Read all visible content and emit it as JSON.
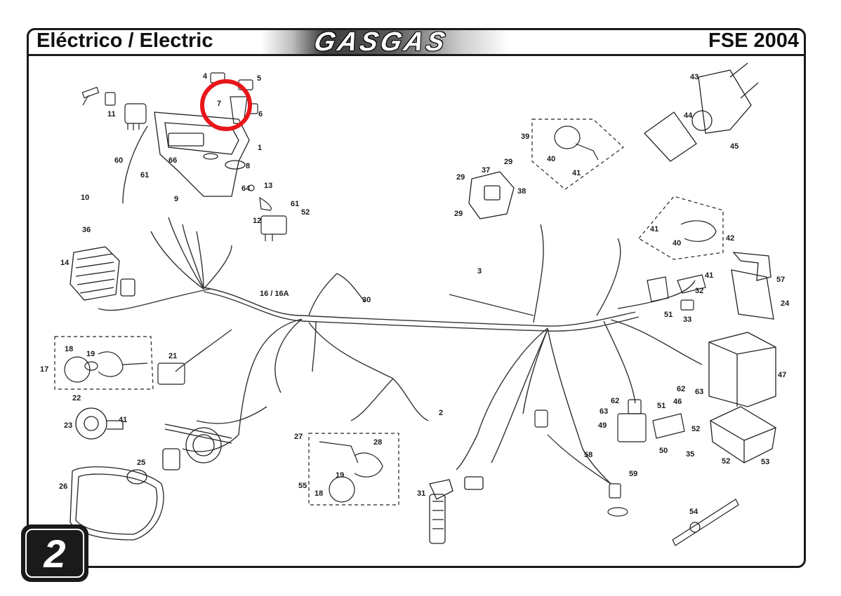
{
  "header": {
    "title": "Eléctrico / Electric",
    "brand": "GASGAS",
    "model": "FSE 2004"
  },
  "page_number": "2",
  "highlight": {
    "part_ref": "7",
    "color": "#e8161a"
  },
  "parts": {
    "p1": "1",
    "p2": "2",
    "p3": "3",
    "p4": "4",
    "p5": "5",
    "p6": "6",
    "p7": "7",
    "p8": "8",
    "p9": "9",
    "p10": "10",
    "p11": "11",
    "p12": "12",
    "p13": "13",
    "p14": "14",
    "p16": "16 / 16A",
    "p17": "17",
    "p18a": "18",
    "p18b": "18",
    "p19a": "19",
    "p19b": "19",
    "p21": "21",
    "p22": "22",
    "p23": "23",
    "p24": "24",
    "p25": "25",
    "p26": "26",
    "p27": "27",
    "p28": "28",
    "p29a": "29",
    "p29b": "29",
    "p29c": "29",
    "p30": "30",
    "p31": "31",
    "p32": "32",
    "p33": "33",
    "p35": "35",
    "p36": "36",
    "p37": "37",
    "p38": "38",
    "p39": "39",
    "p40a": "40",
    "p40b": "40",
    "p41a": "41",
    "p41b": "41",
    "p41c": "41",
    "p41d": "41",
    "p42": "42",
    "p43": "43",
    "p44": "44",
    "p45": "45",
    "p46": "46",
    "p47": "47",
    "p49": "49",
    "p50": "50",
    "p51a": "51",
    "p51b": "51",
    "p52a": "52",
    "p52b": "52",
    "p52c": "52",
    "p53": "53",
    "p54": "54",
    "p55": "55",
    "p57": "57",
    "p58": "58",
    "p59": "59",
    "p60": "60",
    "p61a": "61",
    "p61b": "61",
    "p62a": "62",
    "p62b": "62",
    "p63a": "63",
    "p63b": "63",
    "p64": "64",
    "p66": "66"
  }
}
